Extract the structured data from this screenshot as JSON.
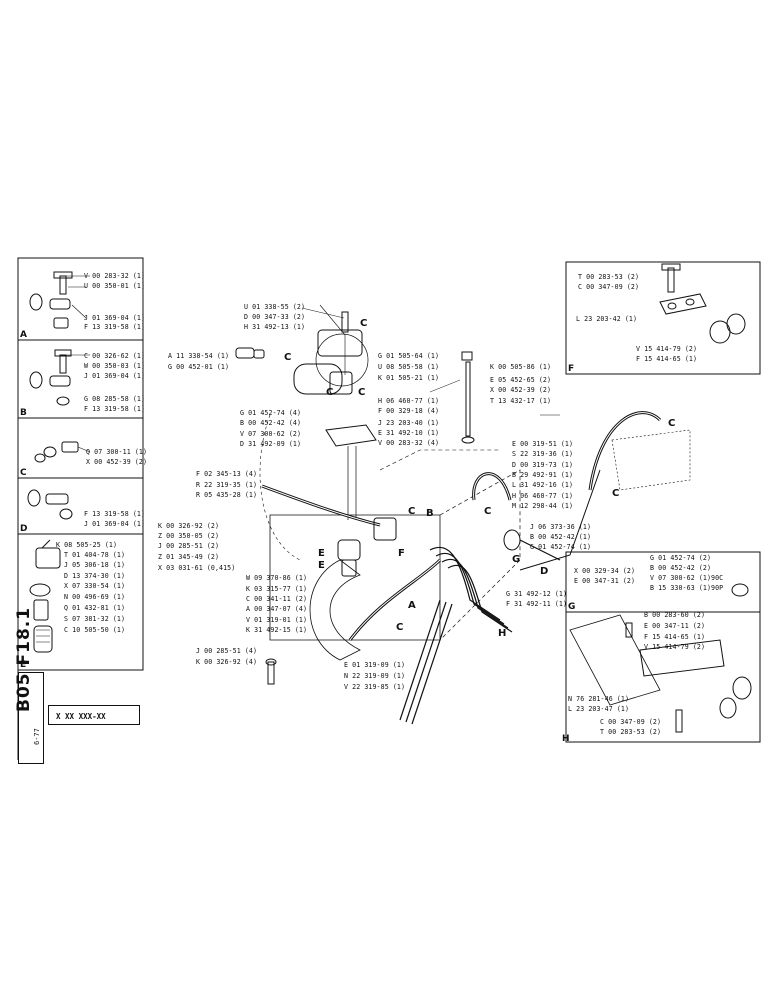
{
  "sheet": {
    "code": "B05 F18.1",
    "date": "6-77",
    "reference": "X XX XXX-XX"
  },
  "panels": {
    "A": {
      "letter": "A",
      "labels": [
        "V 00 283-32 (1)",
        "U 00 350-01 (1)",
        "J 01 369-04 (1)",
        "F 13 319-58 (1)"
      ]
    },
    "B": {
      "letter": "B",
      "labels": [
        "C 00 326-62 (1)",
        "W 00 350-03 (1)",
        "J 01 369-04 (1)",
        "G 08 285-58 (1)",
        "F 13 319-58 (1)"
      ]
    },
    "C": {
      "letter": "C",
      "labels": [
        "Q 07 300-11 (1)",
        "X 00 452-39 (2)"
      ]
    },
    "D": {
      "letter": "D",
      "labels": [
        "F 13 319-58 (1)",
        "J 01 369-04 (1)"
      ]
    },
    "E": {
      "letter": "E",
      "labels": [
        "K 08 505-25 (1)",
        "T 01 404-78 (1)",
        "J 05 306-18 (1)",
        "D 13 374-30 (1)",
        "X 07 330-54 (1)",
        "N 00 496-69 (1)",
        "Q 01 432-81 (1)",
        "S 07 381-32 (1)",
        "C 10 505-50 (1)"
      ]
    },
    "F": {
      "letter": "F",
      "labels": [
        "T 00 283-53 (2)",
        "C 00 347-09 (2)",
        "L 23 203-42 (1)",
        "V 15 414-79 (2)",
        "F 15 414-65 (1)"
      ]
    },
    "G": {
      "letter": "G",
      "labels": [
        "G 01 452-74 (2)",
        "B 00 452-42 (2)",
        "V 07 300-62 (1)90C",
        "B 15 330-63 (1)90P"
      ]
    },
    "H": {
      "letter": "H",
      "labels": [
        "B 00 283-60 (2)",
        "E 00 347-11 (2)",
        "F 15 414-65 (1)",
        "V 15 414-79 (2)",
        "N 76 281-46 (1)",
        "L 23 203-47 (1)",
        "C 00 347-09 (2)",
        "T 00 283-53 (2)"
      ]
    }
  },
  "main": {
    "top_labels": [
      "U 01 338-55 (2)",
      "D 00 347-33 (2)",
      "H 31 492-13 (1)"
    ],
    "pump_left_labels": [
      "A 11 338-54 (1)",
      "G 00 452-01 (1)"
    ],
    "pump_right_labels": [
      "G 01 505-64 (1)",
      "U 08 505-58 (1)",
      "K 01 505-21 (1)"
    ],
    "mid_right_labels": [
      "K 00 505-86 (1)",
      "E 05 452-65 (2)",
      "X 00 452-39 (2)",
      "T 13 432-17 (1)"
    ],
    "block_left_labels": [
      "G 01 452-74 (4)",
      "B 00 452-42 (4)",
      "V 07 300-62 (2)",
      "D 31 492-09 (1)"
    ],
    "block_right_labels": [
      "H 06 460-77 (1)",
      "F 00 329-18 (4)",
      "J 23 203-40 (1)",
      "E 31 492-10 (1)",
      "V 00 283-32 (4)"
    ],
    "hose_labels": [
      "F 02 345-13 (4)",
      "R 22 319-35 (1)",
      "R 05 435-28 (1)"
    ],
    "valve_left_labels": [
      "K 00 326-92 (2)",
      "Z 00 350-05 (2)",
      "J 00 285-51 (2)",
      "Z 01 345-49 (2)",
      "X 03 031-61 (0,415)"
    ],
    "valve_lower_labels": [
      "W 09 370-86 (1)",
      "K 03 315-77 (1)",
      "C 00 341-11 (2)",
      "A 00 347-07 (4)",
      "V 01 319-01 (1)",
      "K 31 492-15 (1)"
    ],
    "bottom_left_labels": [
      "J 00 285-51 (4)",
      "K 00 326-92 (4)"
    ],
    "bottom_hose_labels": [
      "E 01 319-09 (1)",
      "N 22 319-09 (1)",
      "V 22 319-85 (1)"
    ],
    "right_labels": [
      "E 00 319-51 (1)",
      "S 22 319-36 (1)",
      "D 00 319-73 (1)",
      "B 29 492-91 (1)",
      "L 31 492-16 (1)",
      "H 06 460-77 (1)",
      "M 12 298-44 (1)"
    ],
    "cyl_labels": [
      "J 06 373-36 (1)",
      "B 00 452-42 (1)",
      "G 01 452-74 (1)"
    ],
    "lower_right_labels": [
      "X 00 329-34 (2)",
      "E 00 347-31 (2)",
      "G 31 492-12 (1)",
      "F 31 492-11 (1)"
    ],
    "callout_letters": [
      "C",
      "C",
      "C",
      "C",
      "C",
      "C",
      "C",
      "C",
      "B",
      "A",
      "F",
      "E",
      "E",
      "D",
      "G",
      "H",
      "C"
    ]
  },
  "colors": {
    "ink": "#111111",
    "paper": "#ffffff"
  }
}
